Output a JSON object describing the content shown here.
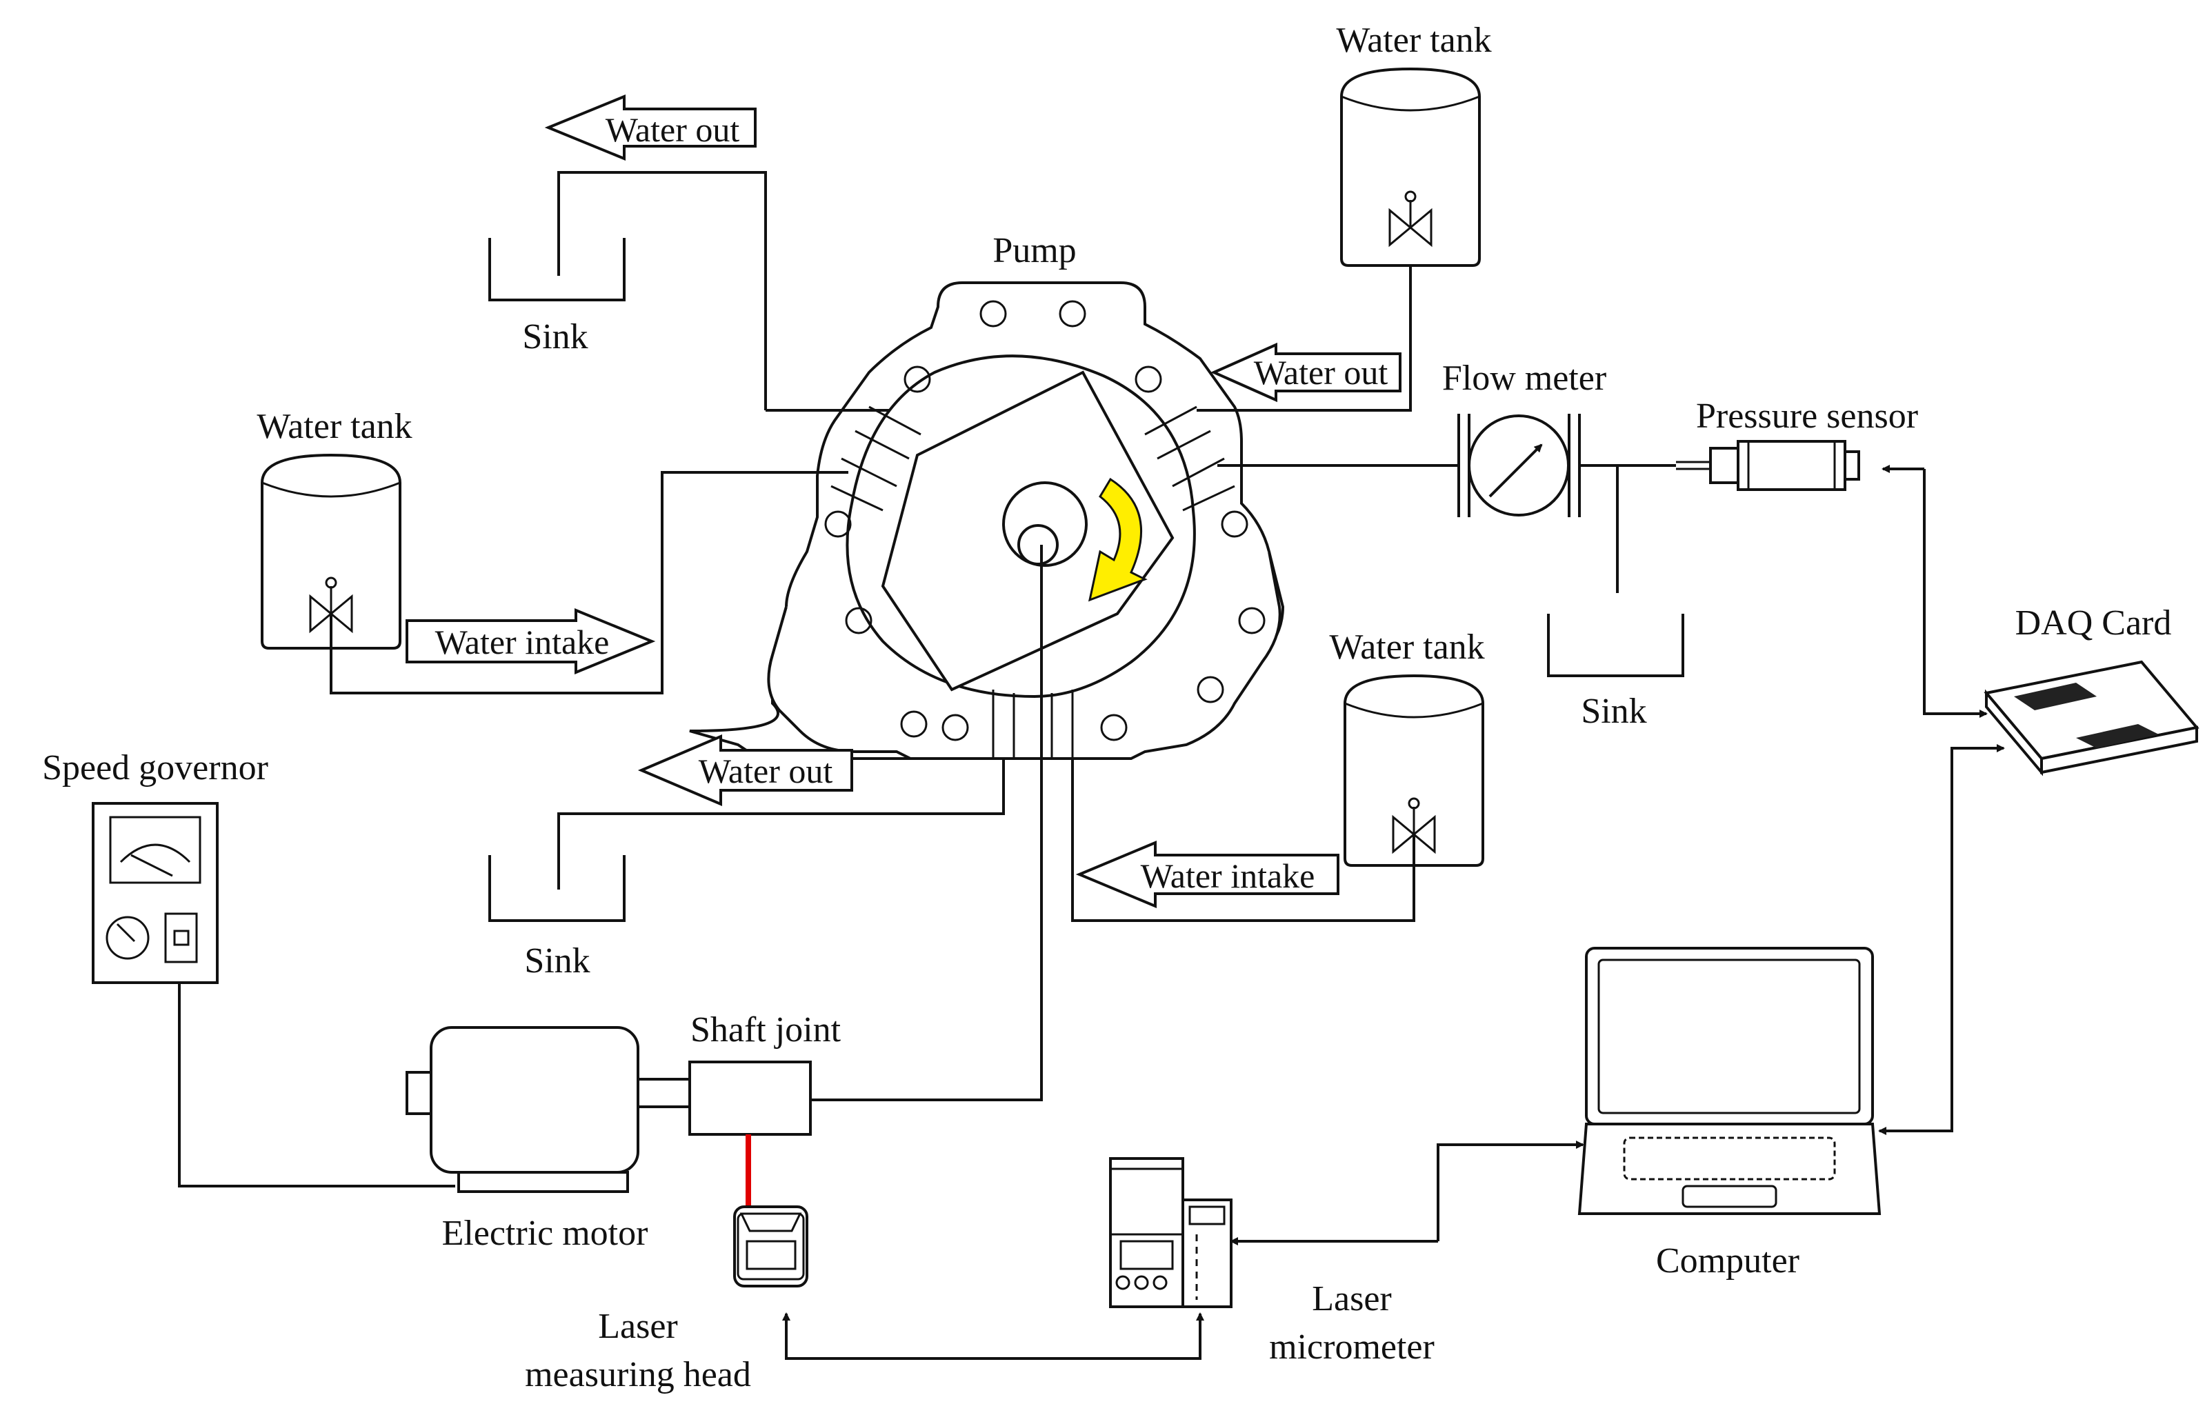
{
  "labels": {
    "pump": "Pump",
    "water_tank_top": "Water tank",
    "water_tank_left": "Water tank",
    "water_tank_bottom": "Water tank",
    "sink_top": "Sink",
    "sink_bottom_left": "Sink",
    "sink_right": "Sink",
    "flow_meter": "Flow meter",
    "pressure_sensor": "Pressure sensor",
    "daq_card": "DAQ Card",
    "speed_governor": "Speed governor",
    "shaft_joint": "Shaft joint",
    "electric_motor": "Electric motor",
    "laser_head_line1": "Laser",
    "laser_head_line2": "measuring head",
    "laser_micrometer_line1": "Laser",
    "laser_micrometer_line2": "micrometer",
    "computer": "Computer"
  },
  "flow_arrows": {
    "water_out_top": "Water out",
    "water_out_right": "Water out",
    "water_out_left": "Water out",
    "water_intake_left": "Water intake",
    "water_intake_bottom": "Water intake"
  },
  "colors": {
    "line": "#111111",
    "rotation_arrow": "#ffee00",
    "laser_beam": "#e00000",
    "daq_band": "#222222"
  }
}
